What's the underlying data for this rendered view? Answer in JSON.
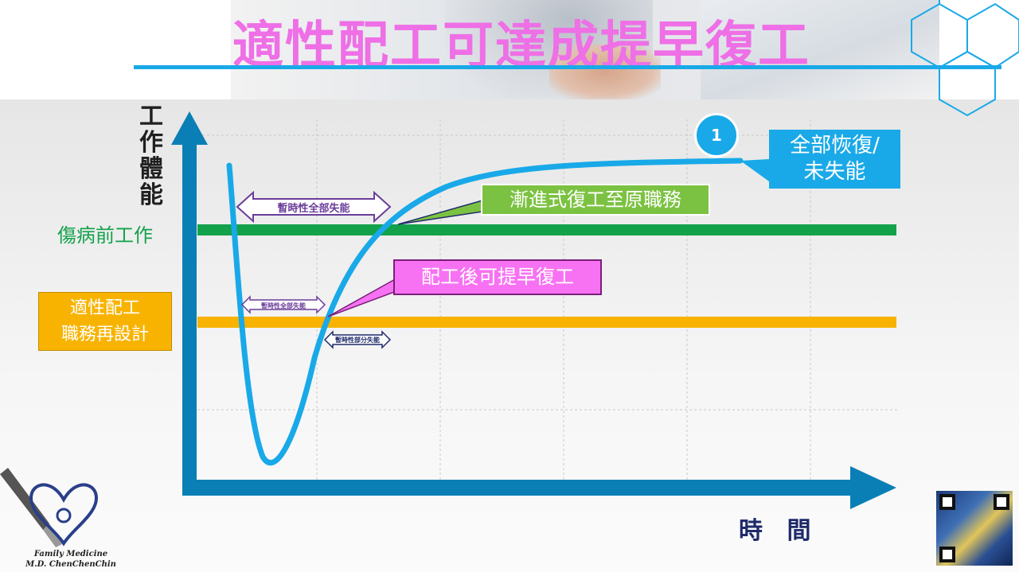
{
  "title": "適性配工可達成提早復工",
  "y_axis_label": [
    "工",
    "作",
    "體",
    "能"
  ],
  "x_axis_label": "時 間",
  "levels": {
    "pre_injury": "傷病前工作",
    "fit_work_line1": "適性配工",
    "fit_work_line2": "職務再設計"
  },
  "callouts": {
    "badge": "1",
    "full_recovery_line1": "全部恢復/",
    "full_recovery_line2": "未失能",
    "gradual_return": "漸進式復工至原職務",
    "early_return": "配工後可提早復工"
  },
  "spans": {
    "temp_total_upper": "暫時性全部失能",
    "temp_total_lower": "暫時性全部失能",
    "temp_partial": "暫時性部分失能"
  },
  "logo_text": {
    "line1": "Family Medicine",
    "line2": "M.D. ChenChenChin"
  },
  "colors": {
    "title": "#ee6fe6",
    "curve": "#19a9e8",
    "axes": "#0a7fb5",
    "pre_injury_line": "#13a14a",
    "fit_work_line": "#f8b300",
    "gradual_box": "#7cc242",
    "early_box": "#f772f2",
    "span_arrow_total": "#6a3d9a",
    "span_arrow_partial": "#1f2a6b"
  }
}
